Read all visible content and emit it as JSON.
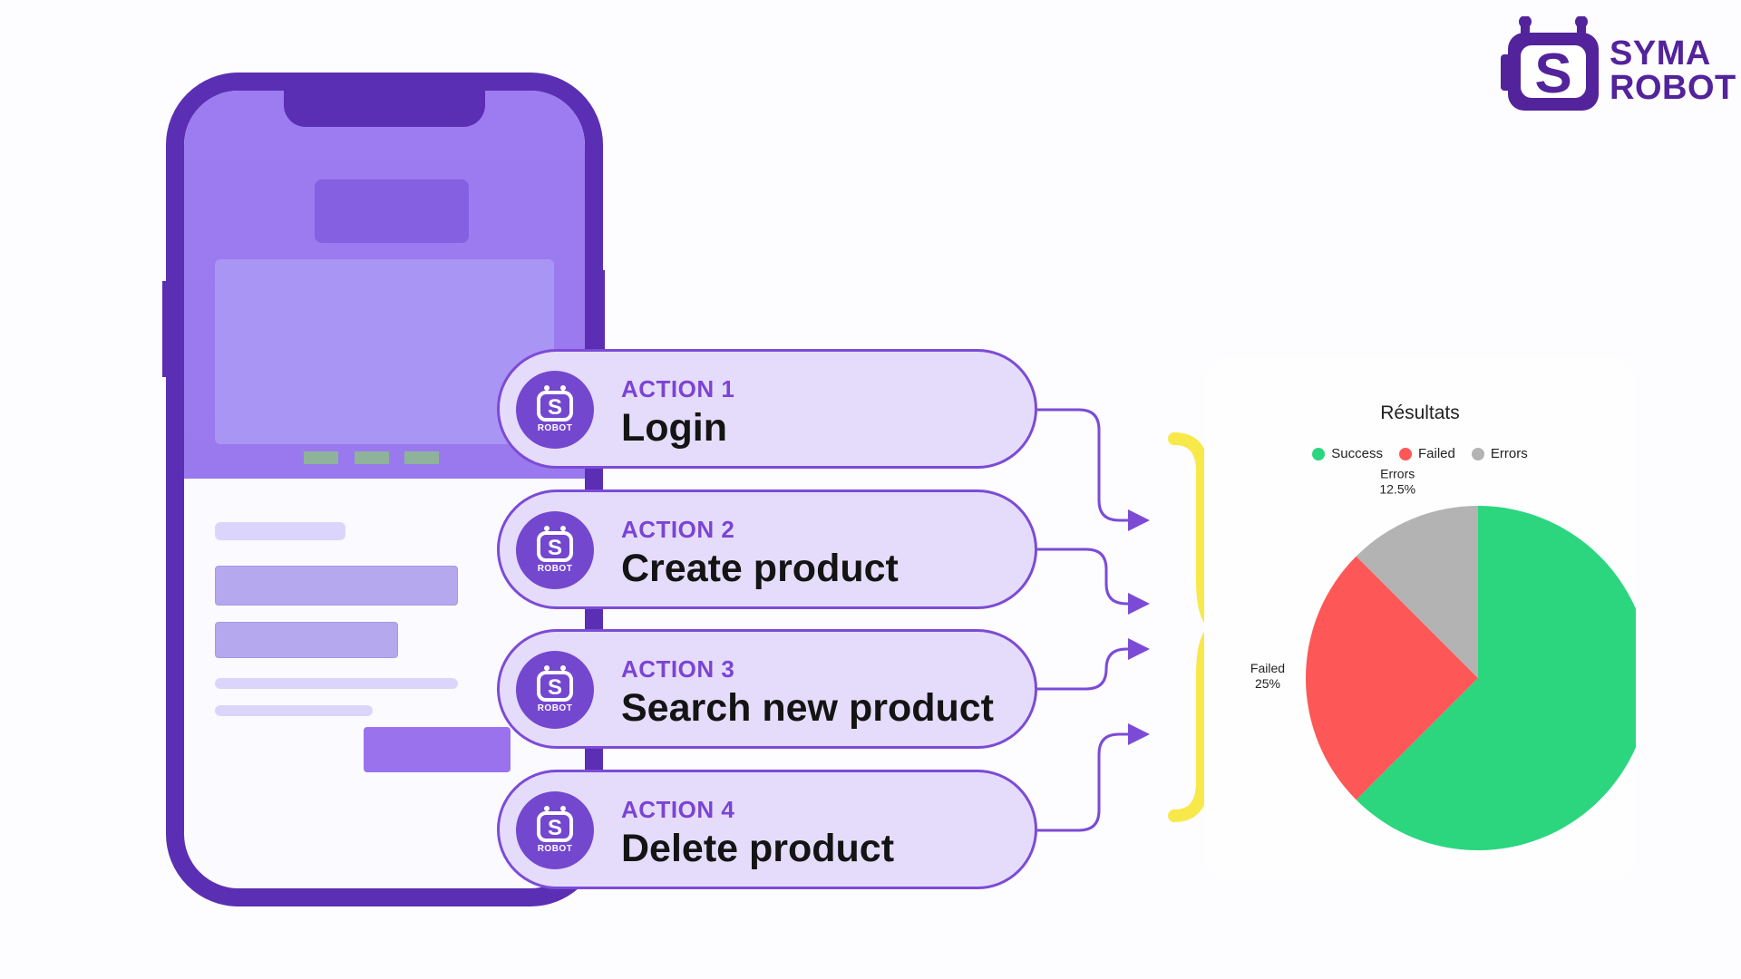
{
  "logo": {
    "line1": "SYMA",
    "line2": "ROBOT",
    "brand_color": "#53239b"
  },
  "colors": {
    "phone_frame": "#5a2fb3",
    "accent": "#7c4bd6",
    "action_bg": "#e5dcfb",
    "brace": "#f8e94b"
  },
  "actions": [
    {
      "number": "ACTION 1",
      "label": "Login",
      "badge": "ROBOT",
      "icon": "robot-icon"
    },
    {
      "number": "ACTION 2",
      "label": "Create product",
      "badge": "ROBOT",
      "icon": "robot-icon"
    },
    {
      "number": "ACTION 3",
      "label": "Search new product",
      "badge": "ROBOT",
      "icon": "robot-icon"
    },
    {
      "number": "ACTION 4",
      "label": "Delete product",
      "badge": "ROBOT",
      "icon": "robot-icon"
    }
  ],
  "chart_data": {
    "type": "pie",
    "title": "Résultats",
    "legend": "top",
    "series": [
      {
        "name": "Success",
        "value": 62.5,
        "label": "62.5%",
        "color": "#2bd67f"
      },
      {
        "name": "Failed",
        "value": 25,
        "label": "25%",
        "color": "#fe5757"
      },
      {
        "name": "Errors",
        "value": 12.5,
        "label": "12.5%",
        "color": "#b3b3b3"
      }
    ]
  }
}
